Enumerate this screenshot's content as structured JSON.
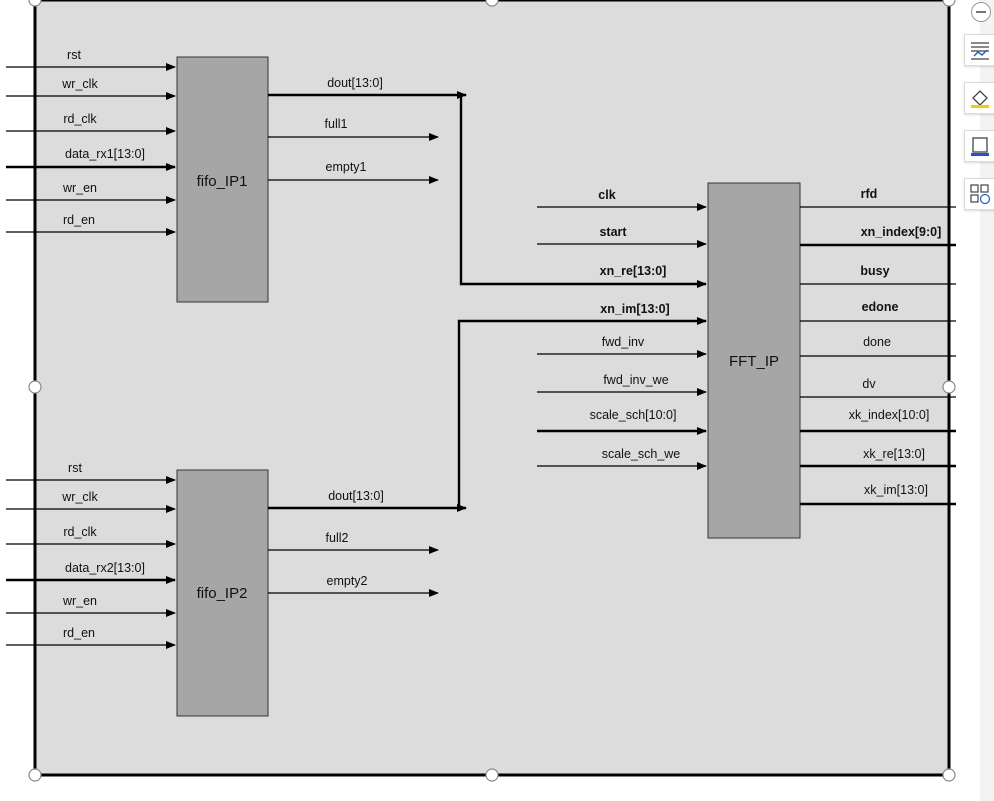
{
  "fifo1": {
    "name": "fifo_IP1",
    "inputs": [
      "rst",
      "wr_clk",
      "rd_clk",
      "data_rx1[13:0]",
      "wr_en",
      "rd_en"
    ],
    "outputs": [
      "dout[13:0]",
      "full1",
      "empty1"
    ]
  },
  "fifo2": {
    "name": "fifo_IP2",
    "inputs": [
      "rst",
      "wr_clk",
      "rd_clk",
      "data_rx2[13:0]",
      "wr_en",
      "rd_en"
    ],
    "outputs": [
      "dout[13:0]",
      "full2",
      "empty2"
    ]
  },
  "fft": {
    "name": "FFT_IP",
    "inputs": [
      "clk",
      "start",
      "xn_re[13:0]",
      "xn_im[13:0]",
      "fwd_inv",
      "fwd_inv_we",
      "scale_sch[10:0]",
      "scale_sch_we"
    ],
    "outputs": [
      "rfd",
      "xn_index[9:0]",
      "busy",
      "edone",
      "done",
      "dv",
      "xk_index[10:0]",
      "xk_re[13:0]",
      "xk_im[13:0]"
    ]
  },
  "colors": {
    "canvas_fill": "#dcdcdc",
    "block_fill": "#a6a6a6",
    "border": "#000000",
    "handle": "#ffffff"
  },
  "toolbar": {
    "icons": [
      "zoom-out-icon",
      "chart-options-icon",
      "fill-color-icon",
      "layout-frame-icon",
      "shapes-icon"
    ]
  }
}
